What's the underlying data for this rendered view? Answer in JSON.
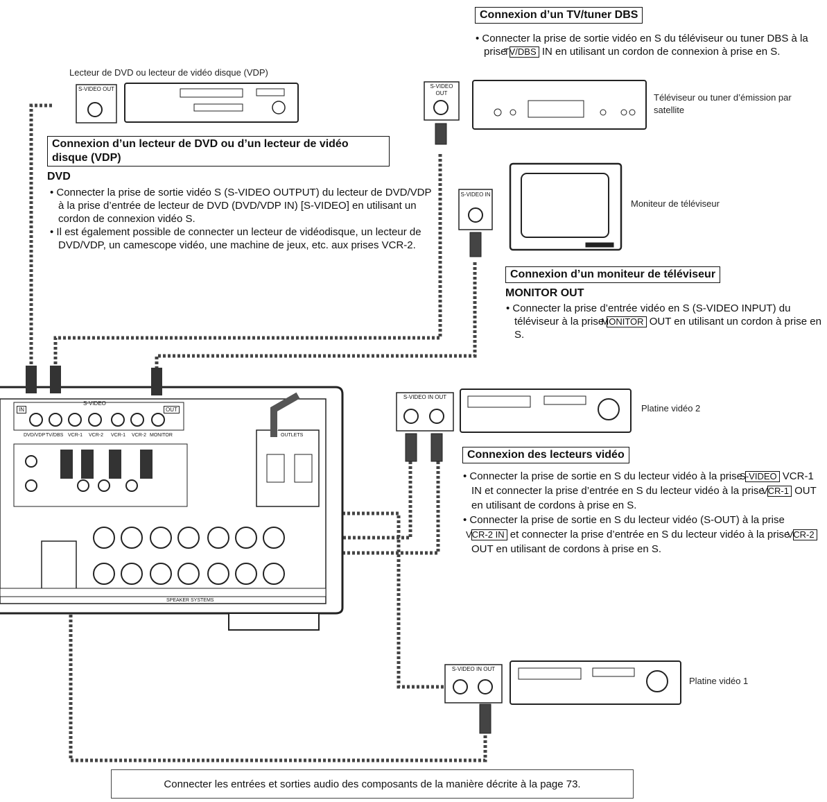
{
  "tv_tuner": {
    "heading": "Connexion d’un TV/tuner DBS",
    "b1_a": "Connecter la prise de sortie vidéo en S du téléviseur ou tuner DBS à la prise ",
    "b1_box": "TV/DBS",
    "b1_b": " IN en utilisant un cordon de connexion à prise en S.",
    "device_label": "Téléviseur ou tuner d’émission par satellite",
    "jack_label": "S-VIDEO OUT"
  },
  "dvd": {
    "device_label": "Lecteur de DVD ou lecteur de vidéo disque (VDP)",
    "jack_label": "S-VIDEO OUT",
    "heading": "Connexion d’un lecteur de DVD ou d’un lecteur de vidéo disque (VDP)",
    "sub": "DVD",
    "b1": "Connecter la prise de sortie vidéo S (S-VIDEO OUTPUT) du lecteur de DVD/VDP à la prise d’entrée de lecteur de DVD (DVD/VDP IN) [S-VIDEO] en utilisant un cordon de connexion vidéo S.",
    "b2": "Il est également possible de connecter un lecteur de vidéodisque, un lecteur de DVD/VDP, un camescope vidéo, une machine de jeux, etc. aux prises VCR-2."
  },
  "monitor": {
    "device_label": "Moniteur de téléviseur",
    "jack_label": "S-VIDEO IN",
    "heading": "Connexion d’un moniteur de téléviseur",
    "sub": "MONITOR OUT",
    "b1_a": "Connecter la prise d’entrée vidéo en S (S-VIDEO INPUT) du téléviseur  à la prise ",
    "b1_box": "MONITOR",
    "b1_b": " OUT en utilisant un cordon à prise en S."
  },
  "vcr": {
    "vcr2_label": "Platine vidéo 2",
    "vcr1_label": "Platine vidéo 1",
    "jack_label": "S-VIDEO IN OUT",
    "heading": "Connexion des lecteurs vidéo",
    "b1_a": "Connecter la prise de sortie en S du lecteur vidéo à la prise ",
    "b1_box1": "S-VIDEO",
    "b1_b": " VCR-1 IN et connecter la prise d’entrée en S du lecteur vidéo à la prise ",
    "b1_box2": "VCR-1",
    "b1_c": " OUT en utilisant de cordons à prise en S.",
    "b2_a": "Connecter la prise de sortie en S du lecteur vidéo (S-OUT) à la prise ",
    "b2_box1": "VCR-2 IN",
    "b2_b": " et connecter la prise d’entrée en S du lecteur vidéo à la prise ",
    "b2_box2": "VCR-2",
    "b2_c": " OUT en utilisant de cordons à prise en S."
  },
  "receiver": {
    "s_video": "S-VIDEO",
    "in": "IN",
    "out": "OUT",
    "jacks": [
      "DVD/VDP",
      "TV/DBS",
      "VCR-1",
      "VCR-2",
      "VCR-1",
      "VCR-2",
      "MONITOR"
    ],
    "outlets": "OUTLETS",
    "speaker_systems": "SPEAKER SYSTEMS"
  },
  "footer": "Connecter les entrées et sorties audio des composants de la manière décrite à la page 73."
}
